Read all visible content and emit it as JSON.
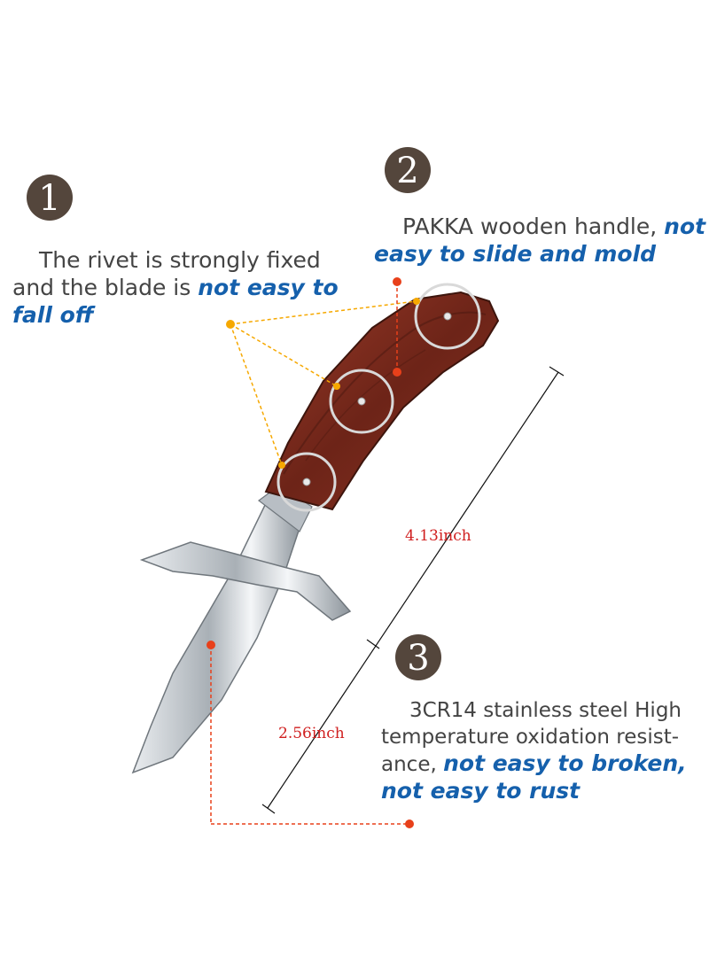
{
  "features": [
    {
      "number": "1",
      "line1": "The rivet is strongly fixed",
      "line2_plain": "and the blade is ",
      "line2_emph": "not easy to",
      "line3_emph": "fall off"
    },
    {
      "number": "2",
      "line1_plain": "PAKKA wooden handle, ",
      "line1_emph": "not",
      "line2_emph": "easy to slide and mold"
    },
    {
      "number": "3",
      "line1": "3CR14 stainless steel High",
      "line2": "temperature oxidation resist-",
      "line3_plain": "ance, ",
      "line3_emph": "not easy to broken,",
      "line4_emph": "not easy to rust"
    }
  ],
  "dimensions": {
    "handle_length": "4.13inch",
    "blade_length": "2.56inch"
  },
  "colors": {
    "badge": "#54463c",
    "emphasis": "#1560ac",
    "dimension_text": "#d02020",
    "callout_dot": "#f6a800",
    "callout_dot_red": "#e8401a",
    "handle_wood": "#7a2a1c",
    "blade_steel": "#c9ced3"
  }
}
